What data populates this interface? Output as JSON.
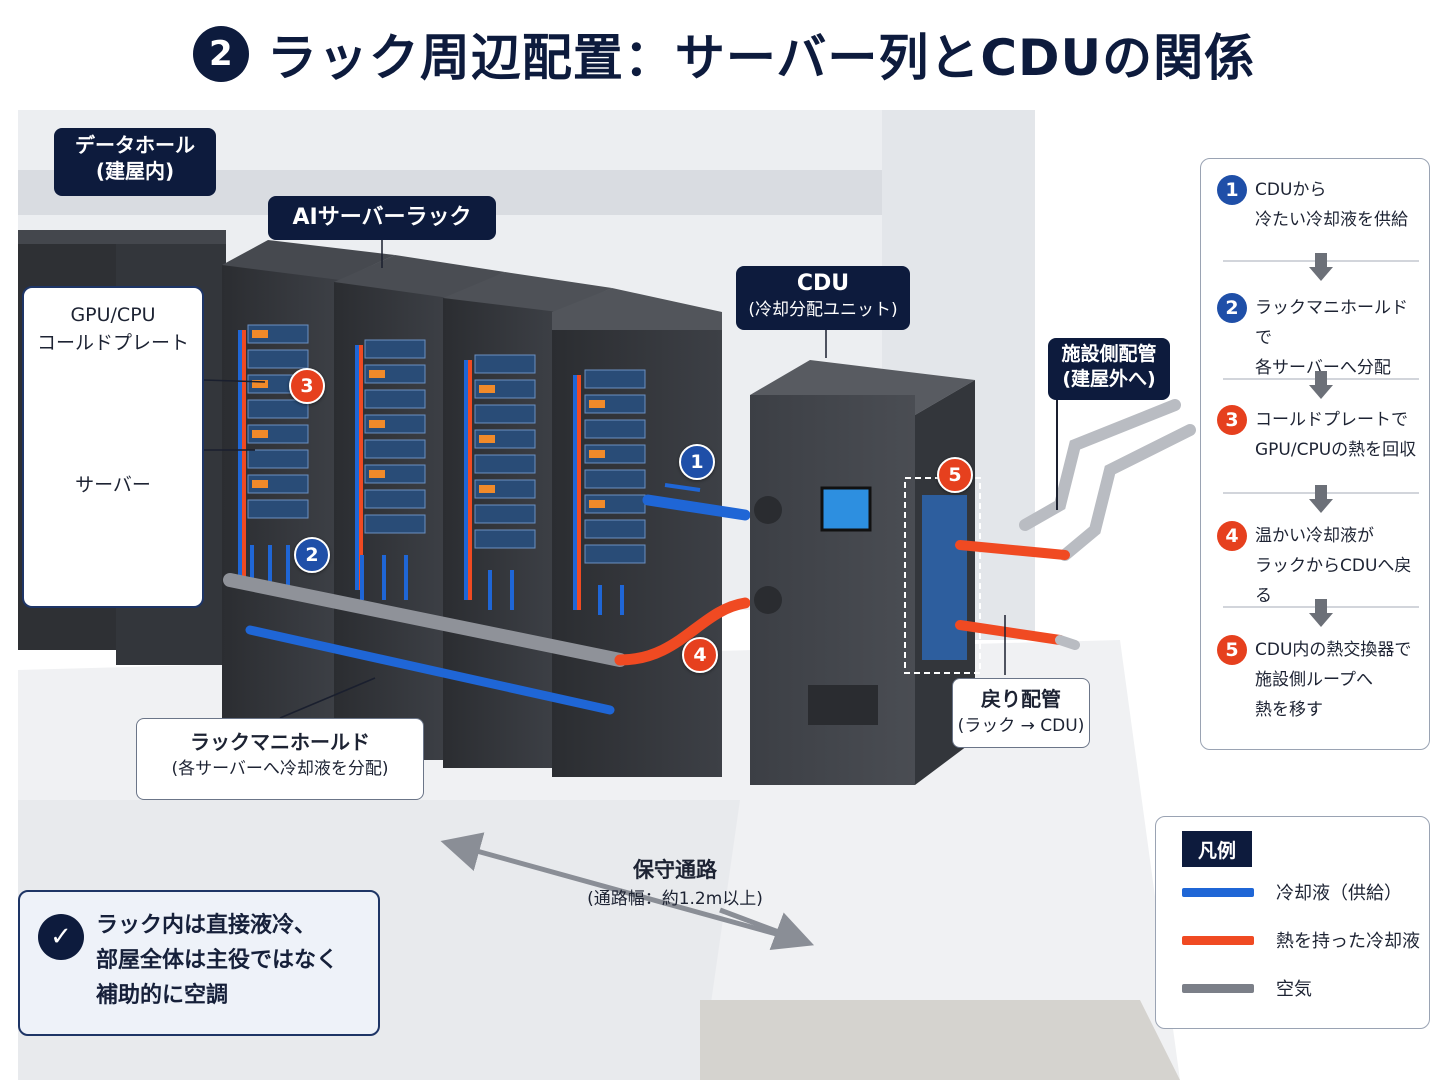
{
  "header": {
    "number": "2",
    "title": "ラック周辺配置：サーバー列とCDUの関係"
  },
  "colors": {
    "navy": "#0d1b3d",
    "supply": "#1f66d6",
    "return": "#f04a22",
    "air": "#7b7f88",
    "step_blue": "#1f4fa8",
    "step_red": "#e6401e"
  },
  "labels": {
    "datahall": {
      "main": "データホール",
      "sub": "(建屋内)"
    },
    "ai_rack": "AIサーバーラック",
    "cdu": {
      "main": "CDU",
      "sub": "(冷却分配ユニット)"
    },
    "facility_pipe": {
      "main": "施設側配管",
      "sub": "(建屋外へ)"
    },
    "manifold": {
      "main": "ラックマニホールド",
      "sub": "(各サーバーへ冷却液を分配)"
    },
    "return_pipe": {
      "main": "戻り配管",
      "sub": "(ラック → CDU)"
    },
    "aisle": {
      "main": "保守通路",
      "sub": "(通路幅：約1.2m以上)"
    }
  },
  "inset": {
    "coldplate_line1": "GPU/CPU",
    "coldplate_line2": "コールドプレート",
    "server": "サーバー"
  },
  "markers": [
    "1",
    "2",
    "3",
    "4",
    "5"
  ],
  "steps": [
    {
      "num": "1",
      "line1": "CDUから",
      "line2": "冷たい冷却液を供給",
      "color": "blue"
    },
    {
      "num": "2",
      "line1": "ラックマニホールドで",
      "line2": "各サーバーへ分配",
      "color": "blue"
    },
    {
      "num": "3",
      "line1": "コールドプレートで",
      "line2": "GPU/CPUの熱を回収",
      "color": "red"
    },
    {
      "num": "4",
      "line1": "温かい冷却液が",
      "line2": "ラックからCDUへ戻る",
      "color": "red"
    },
    {
      "num": "5",
      "line1": "CDU内の熱交換器で",
      "line2": "施設側ループへ",
      "line3": "熱を移す",
      "color": "red"
    }
  ],
  "legend": {
    "title": "凡例",
    "items": [
      {
        "label": "冷却液（供給）",
        "color": "#1f66d6"
      },
      {
        "label": "熱を持った冷却液",
        "color": "#f04a22"
      },
      {
        "label": "空気",
        "color": "#7b7f88"
      }
    ]
  },
  "note": {
    "lines": [
      "ラック内は直接液冷、",
      "部屋全体は主役ではなく",
      "補助的に空調"
    ]
  }
}
